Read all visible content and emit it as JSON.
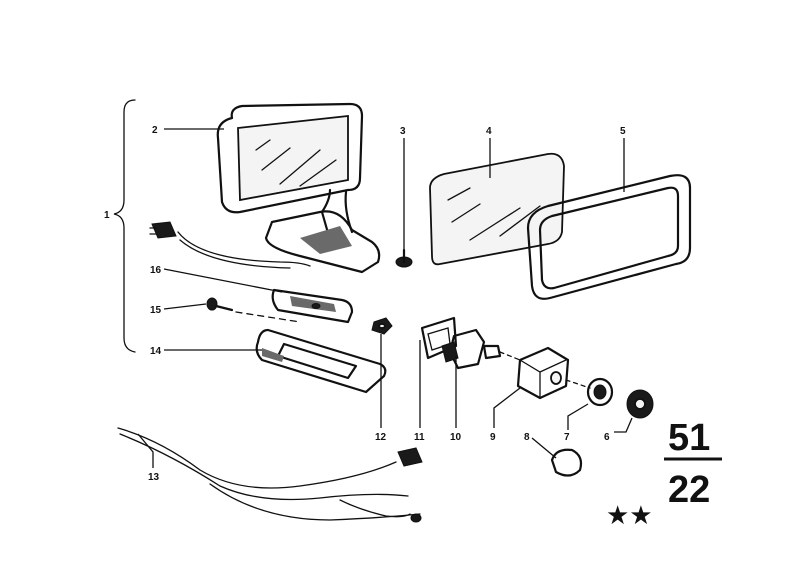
{
  "callouts": {
    "c1": "1",
    "c2": "2",
    "c3": "3",
    "c4": "4",
    "c5": "5",
    "c6": "6",
    "c7": "7",
    "c8": "8",
    "c9": "9",
    "c10": "10",
    "c11": "11",
    "c12": "12",
    "c13": "13",
    "c14": "14",
    "c15": "15",
    "c16": "16"
  },
  "group": {
    "top": "51",
    "bottom": "22"
  },
  "rating": "★★"
}
